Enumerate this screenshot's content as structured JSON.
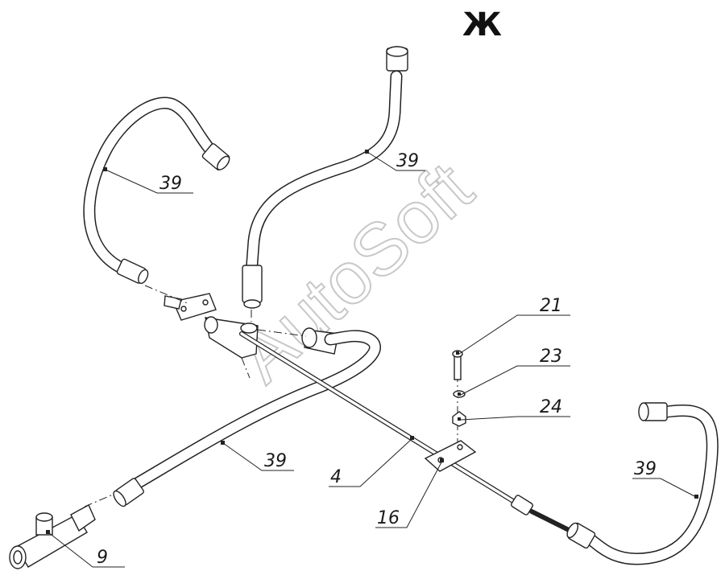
{
  "diagram": {
    "view_letter": "Ж",
    "watermark": "AutoSoft",
    "callouts": [
      {
        "id": "39-upper-left",
        "label": "39"
      },
      {
        "id": "39-upper-center",
        "label": "39"
      },
      {
        "id": "39-lower-left",
        "label": "39"
      },
      {
        "id": "39-right",
        "label": "39"
      },
      {
        "id": "21",
        "label": "21"
      },
      {
        "id": "23",
        "label": "23"
      },
      {
        "id": "24",
        "label": "24"
      },
      {
        "id": "4",
        "label": "4"
      },
      {
        "id": "16",
        "label": "16"
      },
      {
        "id": "9",
        "label": "9"
      }
    ]
  }
}
